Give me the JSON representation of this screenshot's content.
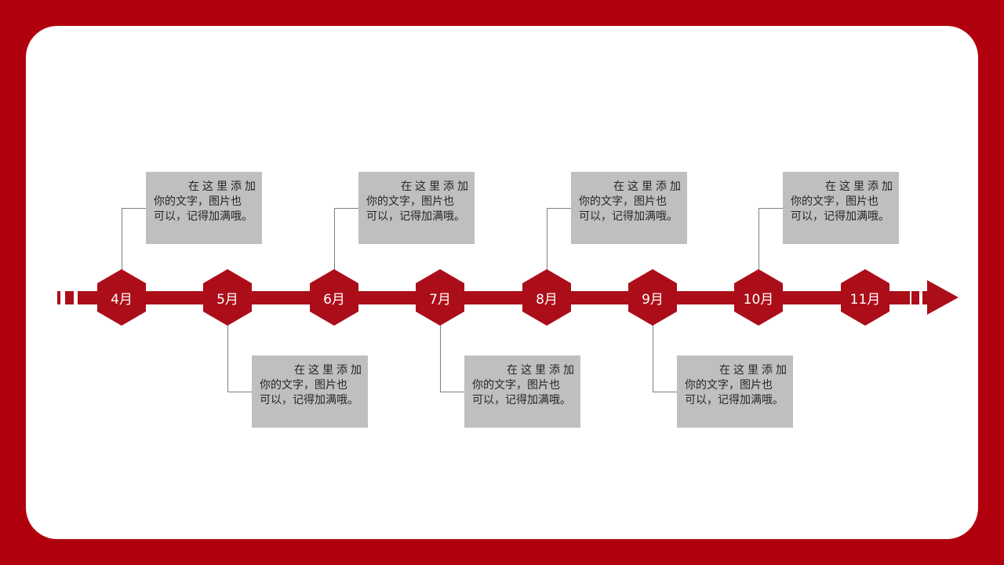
{
  "colors": {
    "frame": "#b1000d",
    "accent": "#ac0e19",
    "box": "#bfbfbf",
    "connector": "#7f7f7f"
  },
  "timeline": {
    "nodes": [
      {
        "label": "4月",
        "position": "top"
      },
      {
        "label": "5月",
        "position": "bottom"
      },
      {
        "label": "6月",
        "position": "top"
      },
      {
        "label": "7月",
        "position": "bottom"
      },
      {
        "label": "8月",
        "position": "top"
      },
      {
        "label": "9月",
        "position": "bottom"
      },
      {
        "label": "10月",
        "position": "top"
      },
      {
        "label": "11月",
        "position": "none"
      }
    ],
    "boxes": [
      {
        "line1": "在这里添加",
        "line2": "你的文字，图片也",
        "line3": "可以，记得加满哦。"
      },
      {
        "line1": "在这里添加",
        "line2": "你的文字，图片也",
        "line3": "可以，记得加满哦。"
      },
      {
        "line1": "在这里添加",
        "line2": "你的文字，图片也",
        "line3": "可以，记得加满哦。"
      },
      {
        "line1": "在这里添加",
        "line2": "你的文字，图片也",
        "line3": "可以，记得加满哦。"
      },
      {
        "line1": "在这里添加",
        "line2": "你的文字，图片也",
        "line3": "可以，记得加满哦。"
      },
      {
        "line1": "在这里添加",
        "line2": "你的文字，图片也",
        "line3": "可以，记得加满哦。"
      },
      {
        "line1": "在这里添加",
        "line2": "你的文字，图片也",
        "line3": "可以，记得加满哦。"
      }
    ]
  }
}
